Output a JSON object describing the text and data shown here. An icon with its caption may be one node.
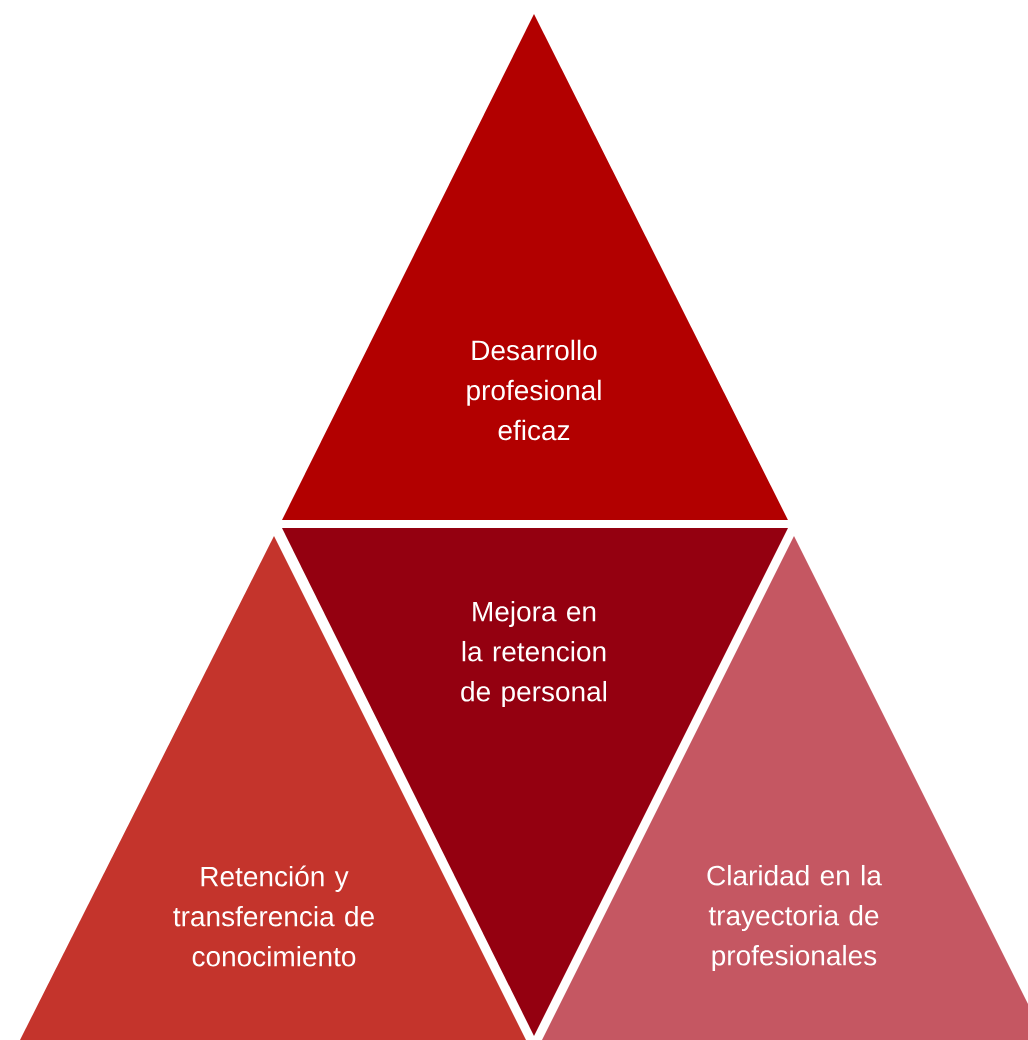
{
  "diagram": {
    "nodes": [
      {
        "text": [
          "Desarrollo profesional eficaz"
        ]
      },
      {
        "text": [
          "Mejora en la retencion de personal"
        ]
      },
      {
        "text": [
          "Retención y transferencia de conocimiento"
        ]
      },
      {
        "text": [
          "Claridad en la trayectoria de profesionales"
        ]
      }
    ]
  }
}
